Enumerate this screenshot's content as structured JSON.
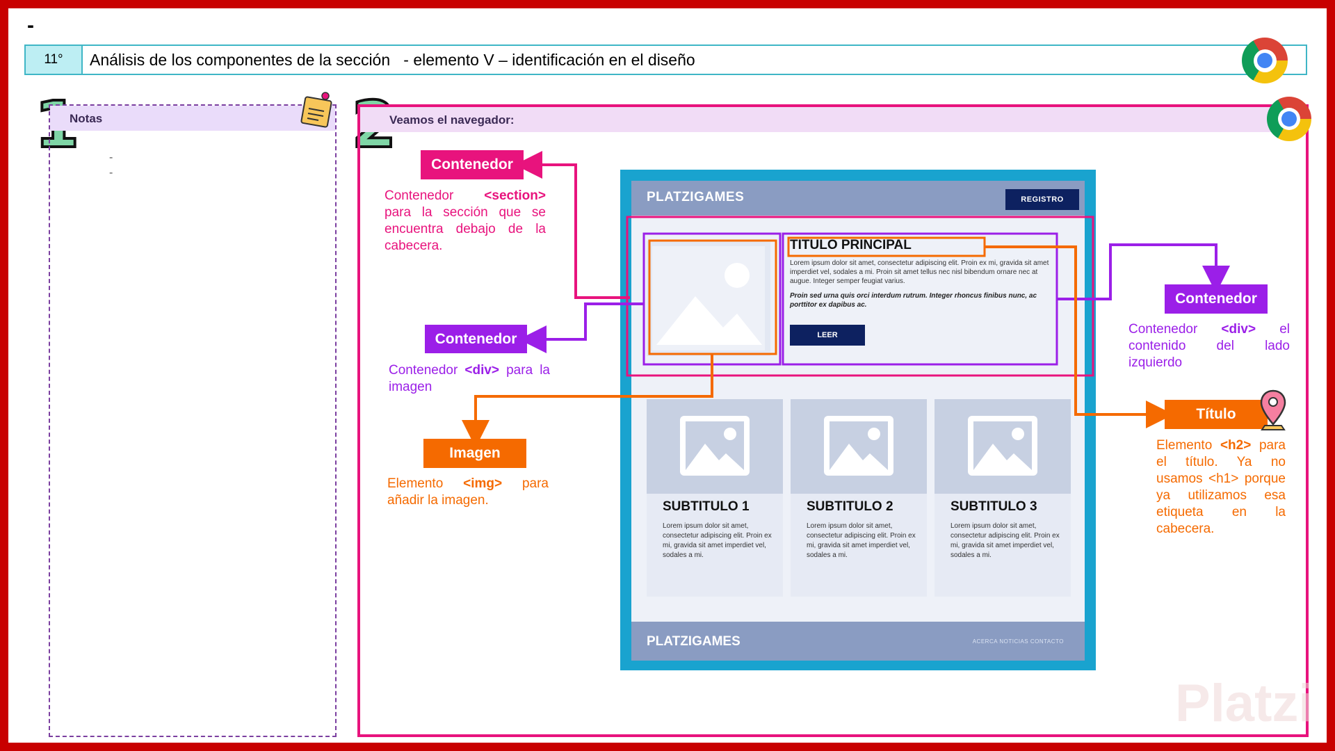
{
  "slide": {
    "dash": "-",
    "number": "11°",
    "title": "Análisis de los componentes de la sección   - elemento V – identificación en el diseño",
    "watermark": "Platzi"
  },
  "panel_notes": {
    "step_number": "1",
    "label": "Notas",
    "lines": [
      "-",
      "-"
    ]
  },
  "panel_browser": {
    "step_number": "2",
    "label": "Veamos el navegador:"
  },
  "annotations": {
    "section": {
      "tag": "Contenedor",
      "desc_prefix": "Contenedor ",
      "desc_code": "<section>",
      "desc_suffix": " para la sección que se encuentra debajo de la cabecera.",
      "color": "#e8137d"
    },
    "div_image": {
      "tag": "Contenedor",
      "desc_prefix": "Contenedor ",
      "desc_code": "<div>",
      "desc_suffix": " para la imagen",
      "color": "#9b1fe8"
    },
    "img": {
      "tag": "Imagen",
      "desc_prefix": "Elemento ",
      "desc_code": "<img>",
      "desc_suffix": " para añadir la imagen.",
      "color": "#f56a00"
    },
    "div_content": {
      "tag": "Contenedor",
      "desc_prefix": "Contenedor ",
      "desc_code": "<div>",
      "desc_suffix": " el contenido del lado izquierdo",
      "color": "#9b1fe8"
    },
    "h2": {
      "tag": "Título",
      "desc_prefix": "Elemento ",
      "desc_code": "<h2>",
      "desc_suffix": " para el título. Ya no usamos <h1> porque ya utilizamos esa etiqueta en la cabecera.",
      "color": "#f56a00"
    }
  },
  "mockup": {
    "brand": "PLATZIGAMES",
    "register_button": "REGISTRO",
    "main_title": "TITULO PRINCIPAL",
    "lorem": "Lorem ipsum dolor sit amet, consectetur adipiscing elit. Proin ex mi, gravida sit amet imperdiet vel, sodales a mi. Proin sit amet tellus nec nisl bibendum ornare nec at augue. Integer semper feugiat varius.",
    "lorem_bold": "Proin sed urna quis orci interdum rutrum. Integer rhoncus finibus nunc, ac porttitor ex dapibus ac.",
    "read_button": "LEER",
    "cards": [
      {
        "subtitle": "SUBTITULO 1",
        "text": "Lorem ipsum dolor sit amet, consectetur adipiscing elit. Proin ex mi, gravida sit amet imperdiet vel, sodales a mi."
      },
      {
        "subtitle": "SUBTITULO 2",
        "text": "Lorem ipsum dolor sit amet, consectetur adipiscing elit. Proin ex mi, gravida sit amet imperdiet vel, sodales a mi."
      },
      {
        "subtitle": "SUBTITULO 3",
        "text": "Lorem ipsum dolor sit amet, consectetur adipiscing elit. Proin ex mi, gravida sit amet imperdiet vel, sodales a mi."
      }
    ],
    "footer_brand": "PLATZIGAMES",
    "footer_links": "ACERCA  NOTICIAS  CONTACTO"
  }
}
